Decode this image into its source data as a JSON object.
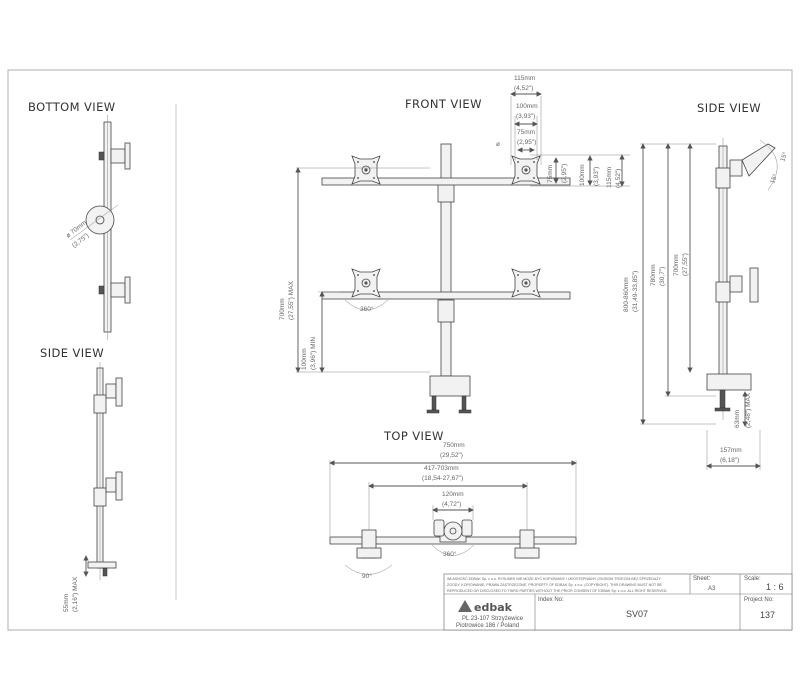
{
  "views": {
    "bottom": "BOTTOM VIEW",
    "side_left": "SIDE VIEW",
    "front": "FRONT VIEW",
    "side_right": "SIDE VIEW",
    "top": "TOP VIEW"
  },
  "dims": {
    "d115": "115mm",
    "d115_in": "(4,52\")",
    "d100": "100mm",
    "d100_in": "(3,93\")",
    "d75": "75mm",
    "d75_in": "(2,95\")",
    "v75": "75mm",
    "v75_in": "(2,95\")",
    "v100": "100mm",
    "v100_in": "(3,93\")",
    "v115": "115mm",
    "v115_in": "(4,52\")",
    "front_height": "700mm",
    "front_height_in": "(27,55\") MAX",
    "front_min": "100mm",
    "front_min_in": "(3,96\") MIN",
    "rot_front": "360°",
    "bottom_dia": "ø 70mm",
    "bottom_dia_in": "(2,75\")",
    "side_55": "55mm",
    "side_55_in": "(2,16\") MAX",
    "side_total": "800-860mm",
    "side_total_in": "(31,49-33,85\")",
    "side_780": "780mm",
    "side_780_in": "(30,7\")",
    "side_700": "700mm",
    "side_700_in": "(27,55\")",
    "side_63": "63mm",
    "side_63_in": "(2,48\") MAX",
    "side_157": "157mm",
    "side_157_in": "(6,18\")",
    "tilt": "15°",
    "top_750": "750mm",
    "top_750_in": "(29,52\")",
    "top_range": "417-703mm",
    "top_range_in": "(18,54-27,67\")",
    "top_120": "120mm",
    "top_120_in": "(4,72\")",
    "rot_top": "360°",
    "rot_90": "90°"
  },
  "title_block": {
    "copyright_1": "WŁASNOŚĆ EDBAK Sp. z o.o. RYSUNEK NIE MOŻE BYĆ KOPIOWANY I UDOSTĘPNIANY OSOBOM TRZECIM BEZ SPRZEDAŻY",
    "copyright_2": "ZGODY, KOPIOWANIE, PRAWA ZASTRZEŻONE. PROPERTY OF EDBAK Sp. z o.o. (COPYRIGHT). THIS DRAWING MUST NOT BE",
    "copyright_3": "REPRODUCED OR DISCLOSED TO THIRD PARTIES WITHOUT THE PRIOR CONSENT OF EDBAK Sp. z o.o. ALL RIGHT RESERVED.",
    "sheet_label": "Sheet:",
    "sheet_value": "A3",
    "scale_label": "Scale:",
    "scale_value": "1 : 6",
    "index_label": "Index No:",
    "index_value": "SV07",
    "project_label": "Project No:",
    "project_value": "137",
    "brand": "edbak",
    "address_1": "PL 23-107 Strzyżewice",
    "address_2": "Piotrowice 186 / Poland"
  }
}
